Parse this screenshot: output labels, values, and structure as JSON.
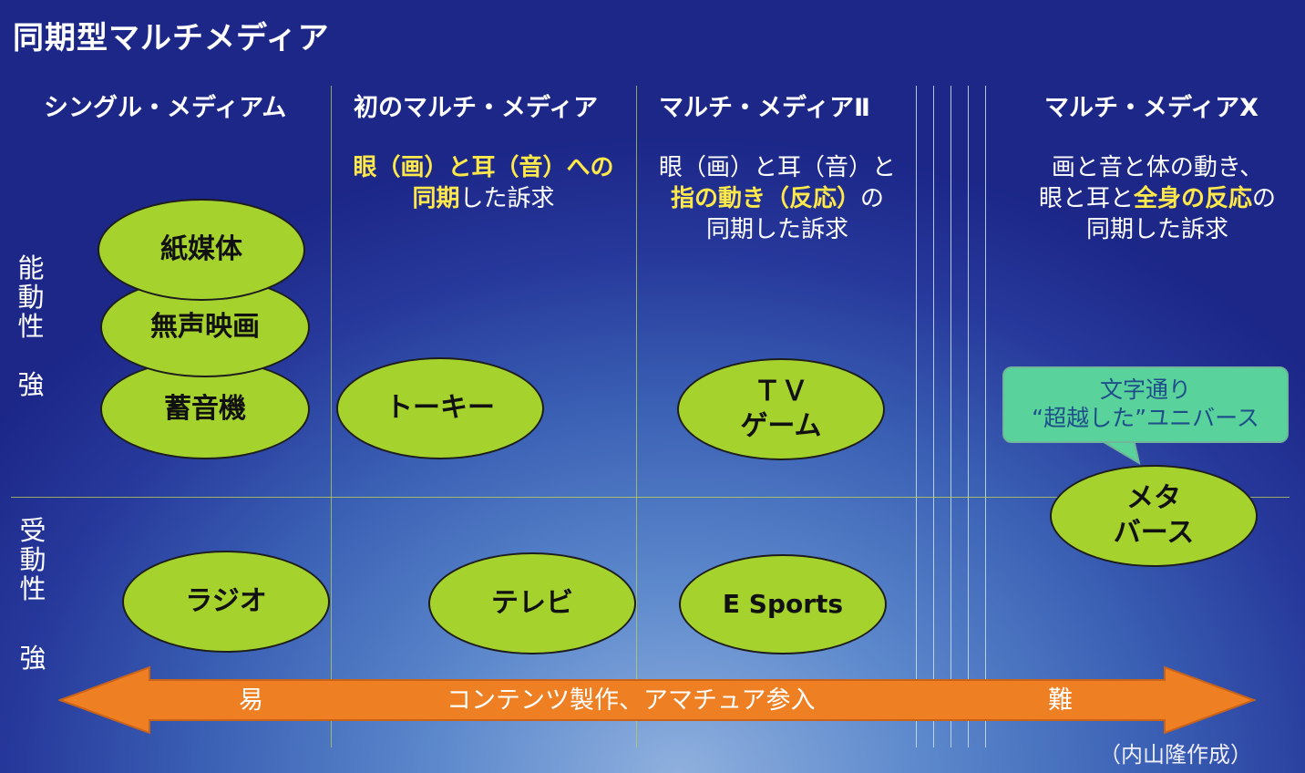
{
  "title": "同期型マルチメディア",
  "columns": [
    {
      "heading": "シングル・メディアム"
    },
    {
      "heading": "初のマルチ・メディア",
      "desc": {
        "l1_hl": "眼（画）と耳（音）への",
        "l2_hl": "同期",
        "l2_rest": "した訴求"
      }
    },
    {
      "heading": "マルチ・メディアⅡ",
      "desc": {
        "l1": "眼（画）と耳（音）と",
        "l2_hl": "指の動き（反応）",
        "l2_rest": "の",
        "l3": "同期した訴求"
      }
    },
    {
      "heading": "マルチ・メディアX",
      "desc": {
        "l1": "画と音と体の動き、",
        "l2_a": "眼と耳と",
        "l2_hl": "全身の反応",
        "l2_b": "の",
        "l3": "同期した訴求"
      }
    }
  ],
  "axis_labels": {
    "active": [
      "能",
      "動",
      "性",
      "",
      "強"
    ],
    "passive": [
      "受",
      "動",
      "性",
      "",
      "強"
    ]
  },
  "nodes": {
    "paper": "紙媒体",
    "silent_film": "無声映画",
    "phonograph": "蓄音機",
    "talkie": "トーキー",
    "tv_game_l1": "ＴＶ",
    "tv_game_l2": "ゲーム",
    "radio": "ラジオ",
    "tv": "テレビ",
    "esports": "E Sports",
    "metaverse_l1": "メタ",
    "metaverse_l2": "バース"
  },
  "callout": {
    "l1": "文字通り",
    "l2": "“超越した”ユニバース"
  },
  "arrow": {
    "left": "易",
    "center": "コンテンツ製作、アマチュア参入",
    "right": "難",
    "color": "#ee7f22"
  },
  "credit": "（内山隆作成）",
  "colors": {
    "ellipse_fill": "#a6d22e",
    "highlight": "#ffe84a",
    "callout_fill": "#59d39b"
  }
}
